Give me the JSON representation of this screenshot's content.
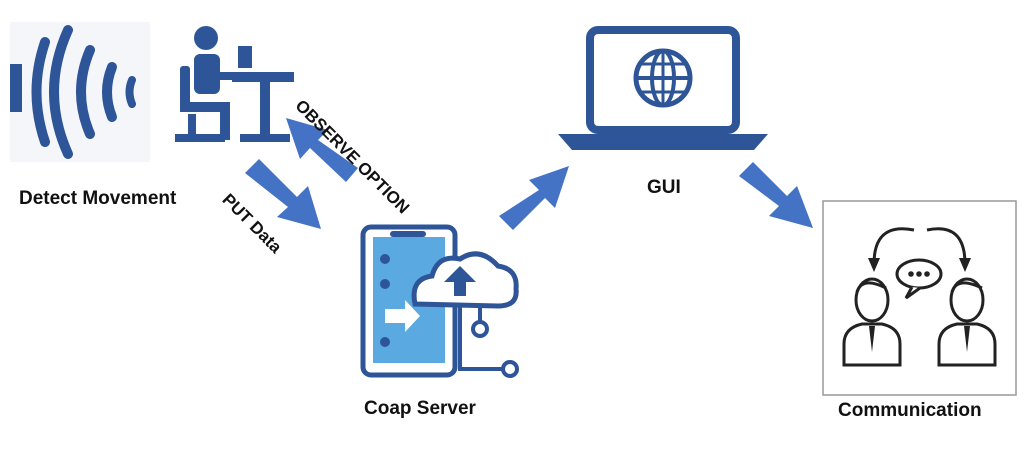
{
  "nodes": {
    "detect": {
      "label": "Detect Movement",
      "icon": "motion-sensor-person-icon"
    },
    "coap": {
      "label": "Coap Server",
      "icon": "cloud-server-icon"
    },
    "gui": {
      "label": "GUI",
      "icon": "laptop-globe-icon"
    },
    "communication": {
      "label": "Communication",
      "icon": "people-conversation-icon"
    }
  },
  "edges": {
    "put": {
      "label": "PUT Data"
    },
    "observe": {
      "label": "OBSERVE OPTION"
    }
  },
  "colors": {
    "primary": "#2e5597",
    "accent": "#4472c4",
    "light": "#5aa9e0"
  }
}
